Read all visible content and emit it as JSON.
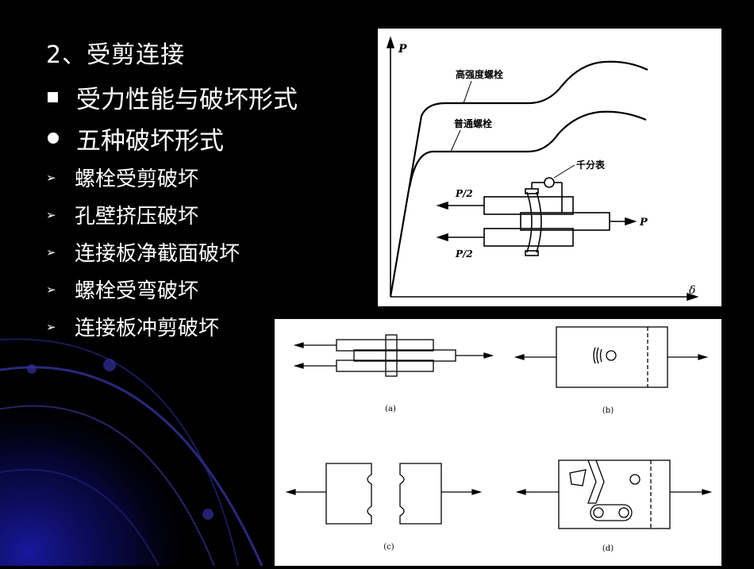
{
  "slide": {
    "title": "2、受剪连接",
    "bullets_l1": [
      {
        "marker": "square",
        "text": "受力性能与破坏形式"
      },
      {
        "marker": "dot",
        "text": "五种破坏形式"
      }
    ],
    "bullets_l2": [
      "螺栓受剪破坏",
      "孔壁挤压破坏",
      "连接板净截面破坏",
      "螺栓受弯破坏",
      "连接板冲剪破坏"
    ]
  },
  "graph": {
    "y_axis_label": "P",
    "x_axis_label": "δ",
    "curve_high_label": "高强度螺栓",
    "curve_normal_label": "普通螺栓",
    "gauge_label": "千分表",
    "force_half_top": "P/2",
    "force_half_bottom": "P/2",
    "force_full": "P"
  },
  "failure_diagrams": {
    "labels": [
      "(a)",
      "(b)",
      "(c)",
      "(d)"
    ]
  },
  "colors": {
    "background": "#000000",
    "text": "#ffffff",
    "arc_accent": "#1a1a8c"
  }
}
